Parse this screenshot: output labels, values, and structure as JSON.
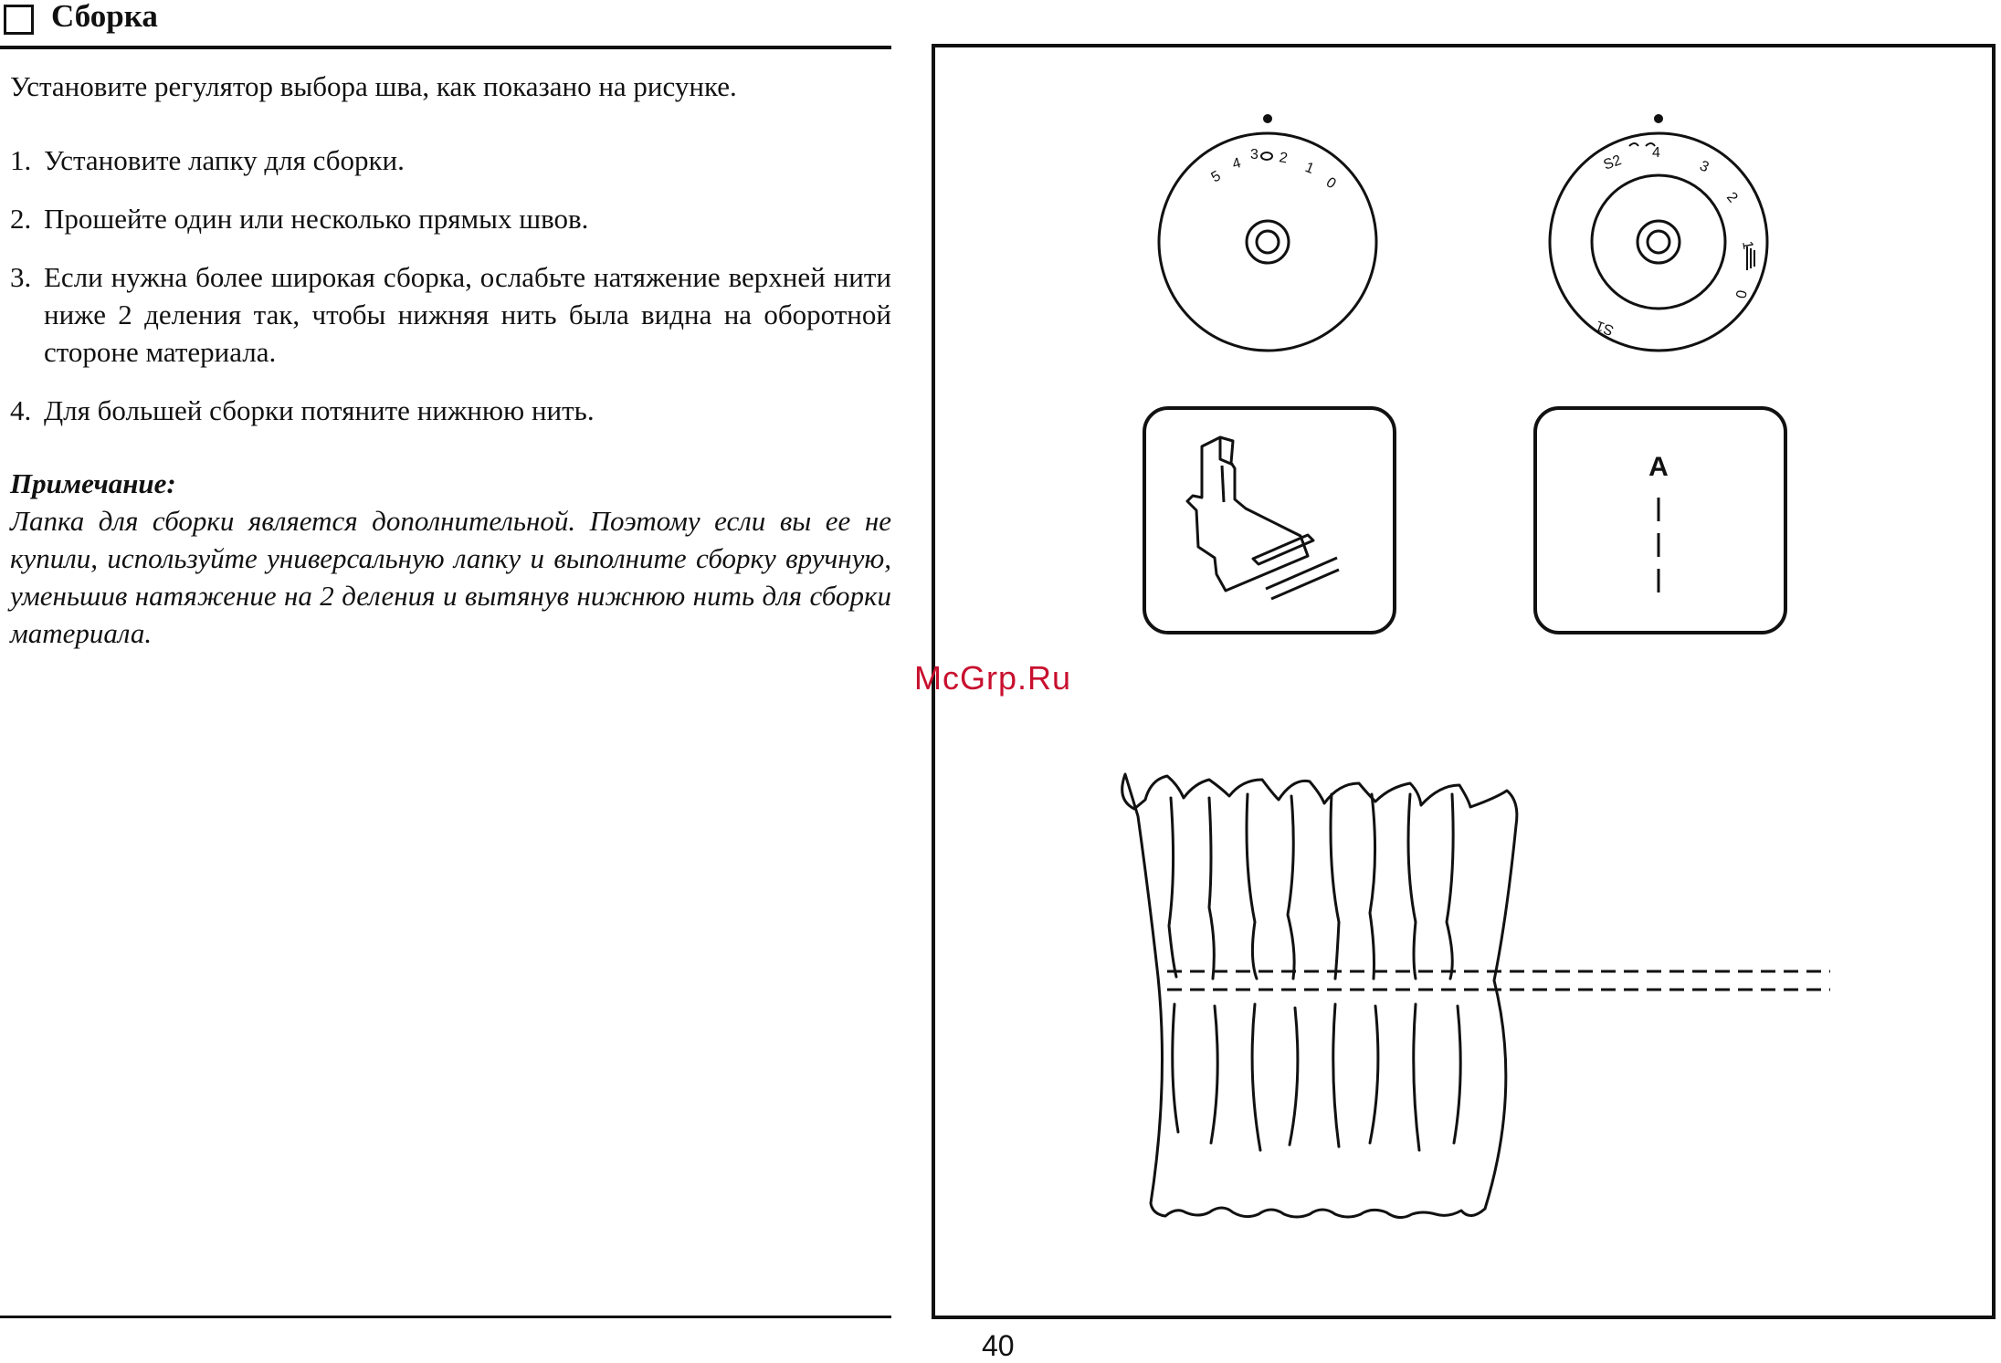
{
  "header": {
    "title": "Сборка"
  },
  "intro": "Установите регулятор выбора шва, как показано на рисунке.",
  "steps": [
    {
      "num": "1.",
      "text": "Установите лапку для сборки."
    },
    {
      "num": "2.",
      "text": "Прошейте один или несколько прямых швов."
    },
    {
      "num": "3.",
      "text": "Если нужна более широкая сборка, ослабьте натяжение верхней нити ниже 2 деления так, чтобы нижняя нить была видна на оборотной стороне материала."
    },
    {
      "num": "4.",
      "text": "Для большей сборки потяните нижнюю нить."
    }
  ],
  "note": {
    "title": "Примечание:",
    "text": "Лапка для сборки является дополнительной. Поэтому если вы ее не купили, используйте универсальную лапку и выполните сборку вручную, уменьшив натяжение на 2 деления и вытянув нижнюю нить для сборки материала."
  },
  "figure": {
    "dial_left_labels": [
      "5",
      "4",
      "3",
      "2",
      "1",
      "0"
    ],
    "dial_right_labels": [
      "S2",
      "4",
      "3",
      "2",
      "1",
      "0",
      "S1"
    ],
    "pattern_letter": "A"
  },
  "watermark": "McGrp.Ru",
  "page_number": "40"
}
